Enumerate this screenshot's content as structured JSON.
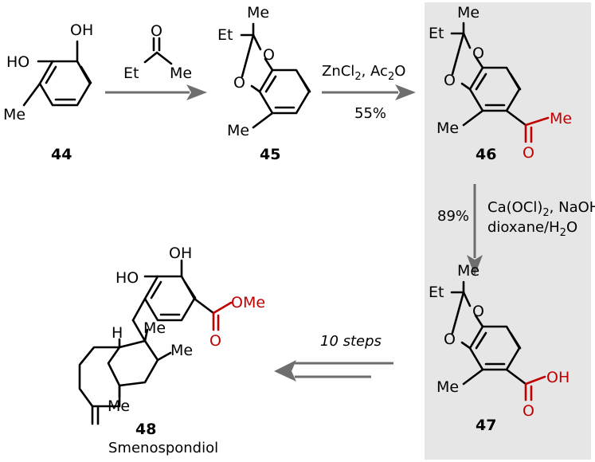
{
  "compounds": {
    "c44": {
      "id": "44",
      "labels": {
        "oh": "OH",
        "ho": "HO",
        "me": "Me"
      }
    },
    "c45": {
      "id": "45",
      "labels": {
        "me_top": "Me",
        "et": "Et",
        "o1": "O",
        "o2": "O",
        "me_ar": "Me"
      }
    },
    "c46": {
      "id": "46",
      "labels": {
        "me_top": "Me",
        "et": "Et",
        "o1": "O",
        "o2": "O",
        "me_ar": "Me",
        "acyl_me": "Me",
        "acyl_o": "O"
      }
    },
    "c47": {
      "id": "47",
      "labels": {
        "me_top": "Me",
        "et": "Et",
        "o1": "O",
        "o2": "O",
        "me_ar": "Me",
        "acid_oh": "OH",
        "acid_o": "O"
      }
    },
    "c48": {
      "id": "48",
      "name": "Smenospondiol",
      "labels": {
        "oh": "OH",
        "ho": "HO",
        "ester_ome": "OMe",
        "ester_o": "O",
        "h": "H",
        "me1": "Me",
        "me2": "Me",
        "me3": "Me"
      }
    }
  },
  "reagents": {
    "step1": {
      "et": "Et",
      "o": "O",
      "me": "Me"
    },
    "step2": {
      "zn": "ZnCl",
      "zn_sub": "2",
      "sep": ", Ac",
      "ac_sub": "2",
      "o": "O",
      "yield": "55%"
    },
    "step3": {
      "ca": "Ca(OCl)",
      "ca_sub": "2",
      "rest": ", NaOH",
      "solvent": "dioxane/H",
      "h_sub": "2",
      "solvent_end": "O",
      "yield": "89%"
    },
    "step4": {
      "text": "10 steps"
    }
  },
  "colors": {
    "highlight_box": "#e6e6e6",
    "arrow": "#6e6e6e",
    "accent_red": "#c00000",
    "ink": "#000000"
  }
}
